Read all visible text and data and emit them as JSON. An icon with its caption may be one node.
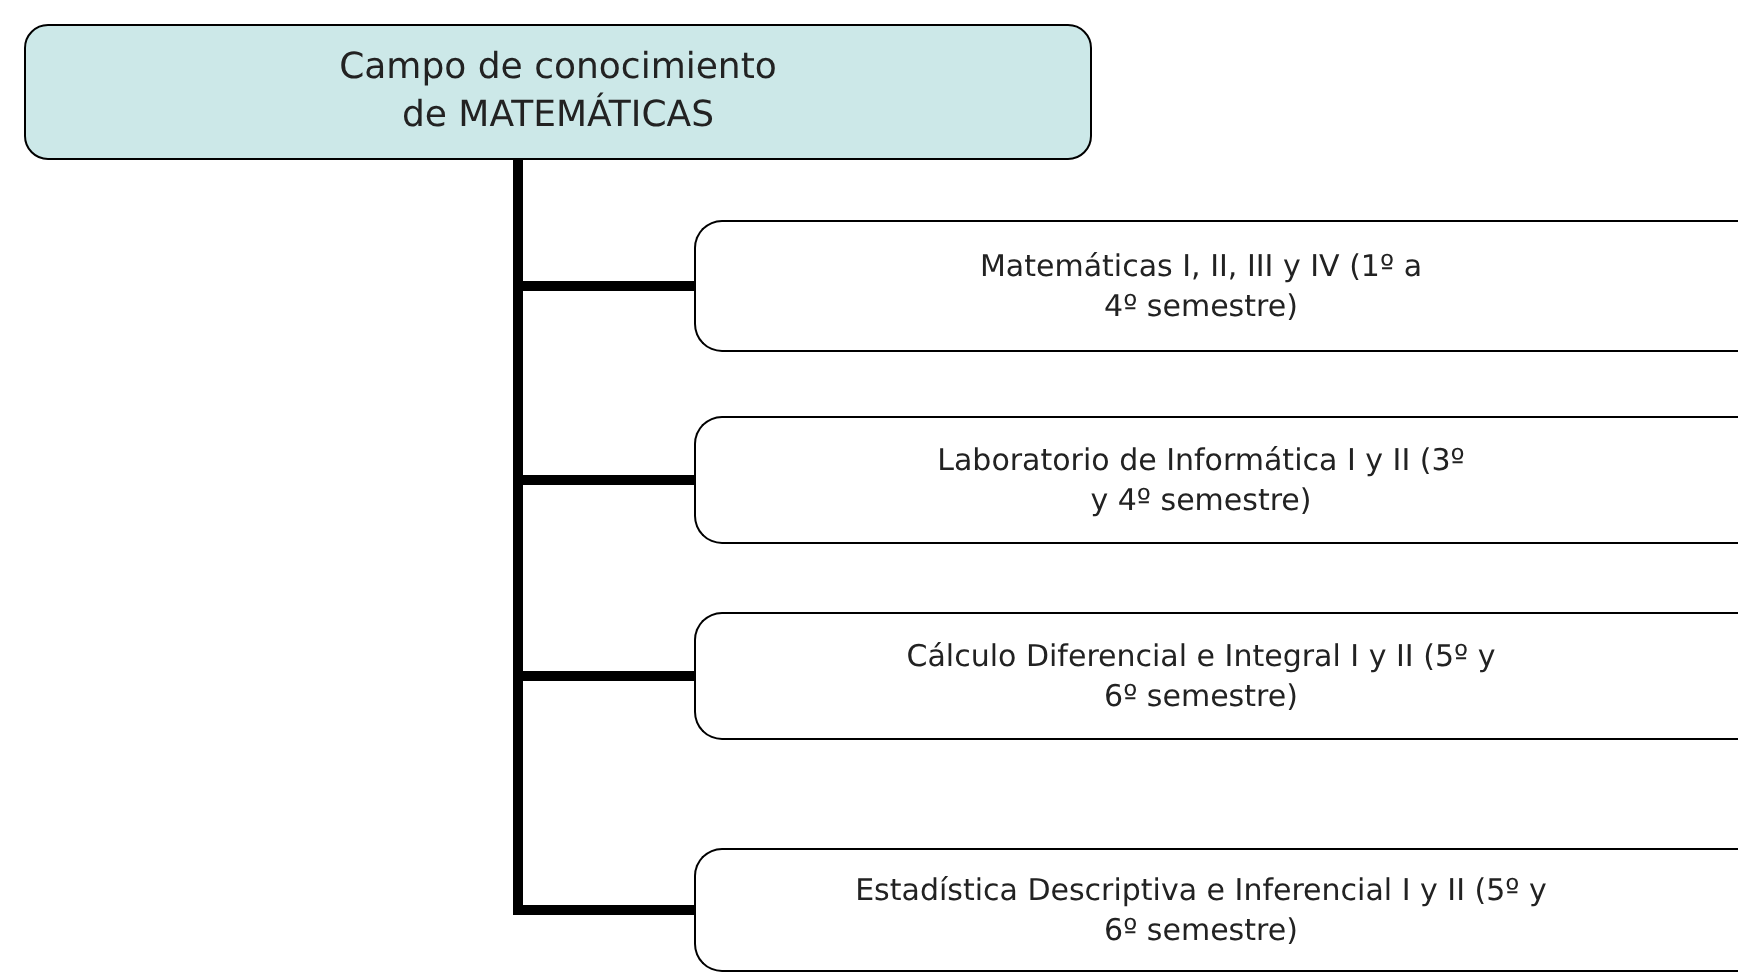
{
  "diagram": {
    "nodes": [
      {
        "text": [
          "Campo de conocimiento de MATEMÁTICAS"
        ]
      },
      {
        "text": [
          "Matemáticas I, II, III y IV (1º a 4º semestre)"
        ]
      },
      {
        "text": [
          "Laboratorio de Informática I y II (3º y 4º semestre)"
        ]
      },
      {
        "text": [
          "Cálculo Diferencial e Integral I y II (5º y 6º semestre)"
        ]
      },
      {
        "text": [
          "Estadística Descriptiva e Inferencial I y II (5º y 6º semestre)"
        ]
      }
    ],
    "edges": [
      {
        "from": 0,
        "to": 1,
        "arrow": "none"
      },
      {
        "from": 0,
        "to": 2,
        "arrow": "none"
      },
      {
        "from": 0,
        "to": 3,
        "arrow": "none"
      },
      {
        "from": 0,
        "to": 4,
        "arrow": "none"
      }
    ]
  }
}
